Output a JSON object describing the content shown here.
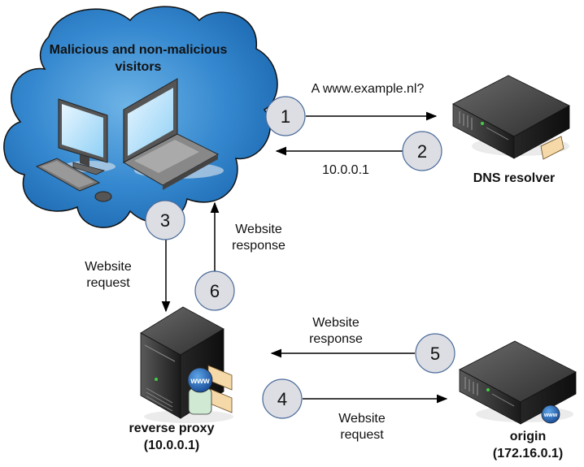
{
  "cloud": {
    "title_line1": "Malicious and non-malicious",
    "title_line2": "visitors",
    "color": "#2e7fc6"
  },
  "nodes": {
    "dns": {
      "label": "DNS resolver"
    },
    "proxy": {
      "label": "reverse proxy",
      "ip": "(10.0.0.1)"
    },
    "origin": {
      "label": "origin",
      "ip": "(172.16.0.1)"
    }
  },
  "steps": [
    {
      "number": "1",
      "label": "A www.example.nl?"
    },
    {
      "number": "2",
      "label": "10.0.0.1"
    },
    {
      "number": "3",
      "label_line1": "Website",
      "label_line2": "request"
    },
    {
      "number": "4",
      "label_line1": "Website",
      "label_line2": "request"
    },
    {
      "number": "5",
      "label_line1": "Website",
      "label_line2": "response"
    },
    {
      "number": "6",
      "label_line1": "Website",
      "label_line2": "response"
    }
  ],
  "icons": {
    "www_badge": "www",
    "step_circle_fill": "#dcdee3",
    "step_circle_stroke": "#4a6a9a"
  }
}
